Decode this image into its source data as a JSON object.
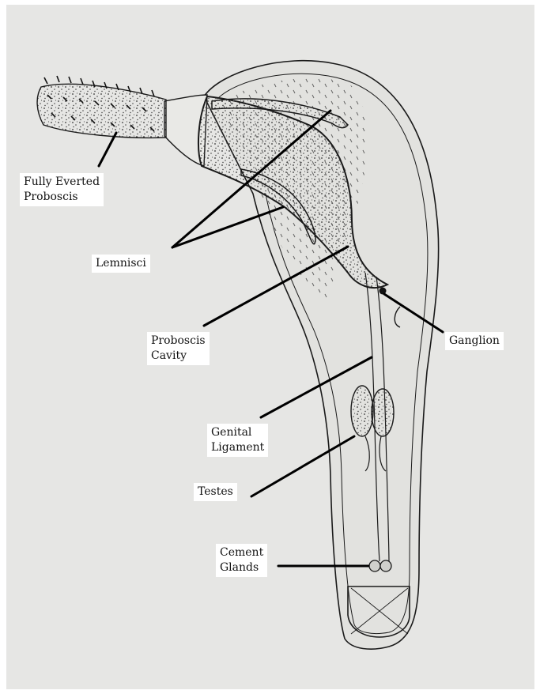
{
  "labels": {
    "fully_everted_proboscis": [
      "Fully Everted",
      "Proboscis"
    ],
    "lemnisci": [
      "Lemnisci"
    ],
    "proboscis_cavity": [
      "Proboscis",
      "Cavity"
    ],
    "ganglion": [
      "Ganglion"
    ],
    "genital_ligament": [
      "Genital",
      "Ligament"
    ],
    "testes": [
      "Testes"
    ],
    "cement_glands": [
      "Cement",
      "Glands"
    ]
  },
  "colors": {
    "paper": "#e6e6e4",
    "ink": "#1a1a1a",
    "label_bg": "#ffffff"
  }
}
